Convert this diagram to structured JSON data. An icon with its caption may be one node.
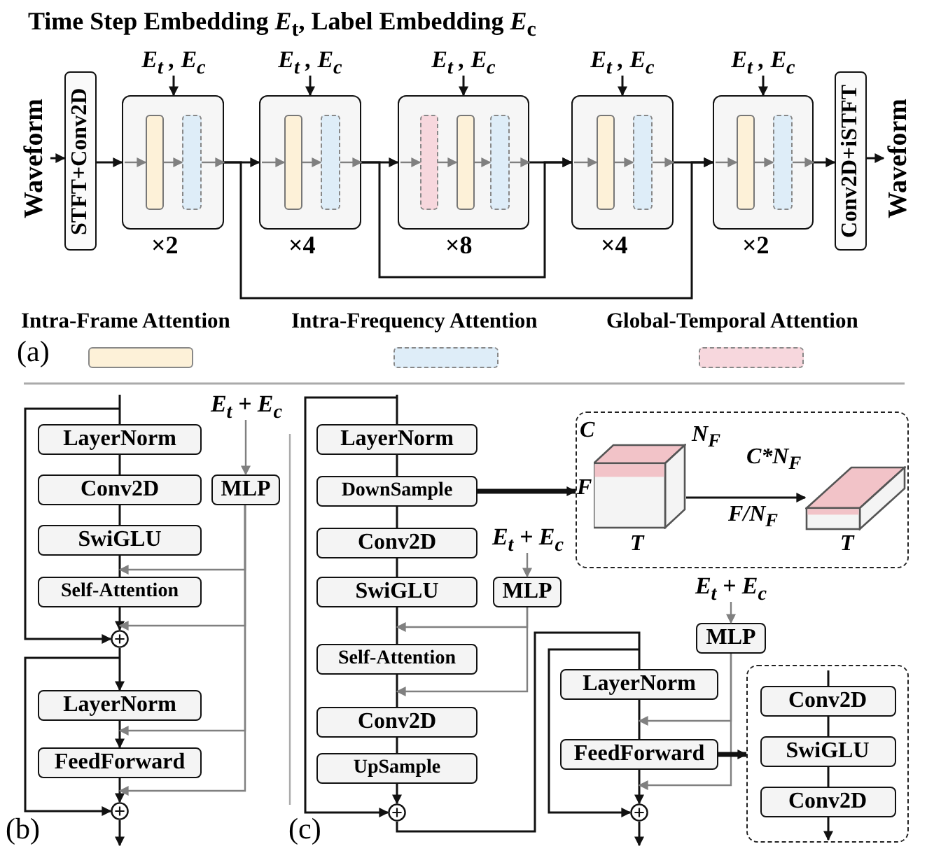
{
  "diagram": {
    "title": "Time Step Embedding *E*$_{t}$, Label Embedding *E*$_{c}$",
    "nodes": [
      {
        "text": [
          "Waveform"
        ]
      },
      {
        "text": [
          "STFT+Conv2D"
        ]
      },
      {
        "text": [
          "E$_{t}$ , E$_{c}$"
        ]
      },
      {
        "text": [],
        "shape": "box",
        "beside": [
          "×2"
        ]
      },
      {
        "text": [],
        "shape": "bar",
        "in": 3
      },
      {
        "text": [],
        "shape": "bar",
        "in": 3
      },
      {
        "text": [
          "E$_{t}$ , E$_{c}$"
        ]
      },
      {
        "text": [],
        "shape": "box",
        "beside": [
          "×4"
        ]
      },
      {
        "text": [],
        "shape": "bar",
        "in": 7
      },
      {
        "text": [],
        "shape": "bar",
        "in": 7
      },
      {
        "text": [
          "E$_{t}$ , E$_{c}$"
        ]
      },
      {
        "text": [],
        "shape": "box",
        "beside": [
          "×8"
        ]
      },
      {
        "text": [],
        "shape": "bar",
        "in": 11
      },
      {
        "text": [],
        "shape": "bar",
        "in": 11
      },
      {
        "text": [],
        "shape": "bar",
        "in": 11
      },
      {
        "text": [
          "E$_{t}$ , E$_{c}$"
        ]
      },
      {
        "text": [],
        "shape": "box",
        "beside": [
          "×4"
        ]
      },
      {
        "text": [],
        "shape": "bar",
        "in": 16
      },
      {
        "text": [],
        "shape": "bar",
        "in": 16
      },
      {
        "text": [
          "E$_{t}$ , E$_{c}$"
        ]
      },
      {
        "text": [],
        "shape": "box",
        "beside": [
          "×2"
        ]
      },
      {
        "text": [],
        "shape": "bar",
        "in": 20
      },
      {
        "text": [],
        "shape": "bar",
        "in": 20
      },
      {
        "text": [
          "Conv2D+iSTFT"
        ]
      },
      {
        "text": [
          "Waveform"
        ]
      },
      {
        "text": [
          "LayerNorm"
        ]
      },
      {
        "text": [
          "Conv2D"
        ]
      },
      {
        "text": [
          "SwiGLU"
        ]
      },
      {
        "text": [
          "Self-Attention"
        ]
      },
      {
        "text": [],
        "shape": "circle"
      },
      {
        "text": [
          "LayerNorm"
        ]
      },
      {
        "text": [
          "FeedForward"
        ]
      },
      {
        "text": [],
        "shape": "circle"
      },
      {
        "text": [
          "E$_{t}$ + E$_{c}$"
        ]
      },
      {
        "text": [
          "MLP"
        ]
      },
      {
        "text": [
          "LayerNorm"
        ]
      },
      {
        "text": [
          "DownSample"
        ]
      },
      {
        "text": [
          "Conv2D"
        ]
      },
      {
        "text": [
          "SwiGLU"
        ]
      },
      {
        "text": [
          "Self-Attention"
        ]
      },
      {
        "text": [
          "Conv2D"
        ]
      },
      {
        "text": [
          "UpSample"
        ]
      },
      {
        "text": [],
        "shape": "circle"
      },
      {
        "text": [
          "E$_{t}$ + E$_{c}$"
        ]
      },
      {
        "text": [
          "MLP"
        ]
      },
      {
        "text": [],
        "shape": "box"
      },
      {
        "text": [],
        "shape": "picture",
        "in": 45,
        "beside": [
          "C",
          "N$_{F}$",
          "F",
          "T"
        ]
      },
      {
        "text": [],
        "shape": "picture",
        "in": 45,
        "beside": [
          "C*N$_{F}$",
          "F/N$_{F}$",
          "T"
        ]
      },
      {
        "text": [
          "LayerNorm"
        ]
      },
      {
        "text": [
          "FeedForward"
        ]
      },
      {
        "text": [],
        "shape": "circle"
      },
      {
        "text": [
          "E$_{t}$ + E$_{c}$"
        ]
      },
      {
        "text": [
          "MLP"
        ]
      },
      {
        "text": [],
        "shape": "box"
      },
      {
        "text": [
          "Conv2D"
        ],
        "in": 53
      },
      {
        "text": [
          "SwiGLU"
        ],
        "in": 53
      },
      {
        "text": [
          "Conv2D"
        ],
        "in": 53
      }
    ],
    "edges": [
      {
        "from": 0,
        "to": 1,
        "arrow": "to"
      },
      {
        "from": 1,
        "to": 3,
        "arrow": "to"
      },
      {
        "from": 3,
        "to": 7,
        "arrow": "to"
      },
      {
        "from": 7,
        "to": 11,
        "arrow": "to"
      },
      {
        "from": 11,
        "to": 16,
        "arrow": "to"
      },
      {
        "from": 16,
        "to": 20,
        "arrow": "to"
      },
      {
        "from": 20,
        "to": 23,
        "arrow": "to"
      },
      {
        "from": 23,
        "to": 24,
        "arrow": "to"
      },
      {
        "from": 3,
        "to": 20,
        "arrow": "to"
      },
      {
        "from": 7,
        "to": 16,
        "arrow": "to"
      },
      {
        "from": 2,
        "to": 3,
        "arrow": "to"
      },
      {
        "from": 6,
        "to": 7,
        "arrow": "to"
      },
      {
        "from": 10,
        "to": 11,
        "arrow": "to"
      },
      {
        "from": 15,
        "to": 16,
        "arrow": "to"
      },
      {
        "from": 19,
        "to": 20,
        "arrow": "to"
      },
      {
        "from": 4,
        "to": 5,
        "arrow": "to",
        "color": "#808080"
      },
      {
        "from": 8,
        "to": 9,
        "arrow": "to",
        "color": "#808080"
      },
      {
        "from": 12,
        "to": 13,
        "arrow": "to",
        "color": "#808080"
      },
      {
        "from": 13,
        "to": 14,
        "arrow": "to",
        "color": "#808080"
      },
      {
        "from": 17,
        "to": 18,
        "arrow": "to",
        "color": "#808080"
      },
      {
        "from": 21,
        "to": 22,
        "arrow": "to",
        "color": "#808080"
      },
      {
        "from": null,
        "to": 4,
        "arrow": "to",
        "color": "#808080"
      },
      {
        "from": null,
        "to": 8,
        "arrow": "to",
        "color": "#808080"
      },
      {
        "from": null,
        "to": 12,
        "arrow": "to",
        "color": "#808080"
      },
      {
        "from": null,
        "to": 17,
        "arrow": "to",
        "color": "#808080"
      },
      {
        "from": null,
        "to": 21,
        "arrow": "to",
        "color": "#808080"
      },
      {
        "from": 5,
        "to": 3,
        "arrow": "to",
        "color": "#808080"
      },
      {
        "from": 9,
        "to": 7,
        "arrow": "to",
        "color": "#808080"
      },
      {
        "from": 14,
        "to": 11,
        "arrow": "to",
        "color": "#808080"
      },
      {
        "from": 18,
        "to": 16,
        "arrow": "to",
        "color": "#808080"
      },
      {
        "from": 22,
        "to": 20,
        "arrow": "to",
        "color": "#808080"
      },
      {
        "from": null,
        "to": 25,
        "arrow": "none"
      },
      {
        "from": 25,
        "to": 26,
        "arrow": "none"
      },
      {
        "from": 26,
        "to": 27,
        "arrow": "none"
      },
      {
        "from": 27,
        "to": 28,
        "arrow": "none"
      },
      {
        "from": 28,
        "to": 29,
        "arrow": "to"
      },
      {
        "from": 29,
        "to": 30,
        "arrow": "to"
      },
      {
        "from": 30,
        "to": 31,
        "arrow": "to"
      },
      {
        "from": 31,
        "to": 32,
        "arrow": "to"
      },
      {
        "from": 32,
        "to": null,
        "arrow": "to"
      },
      {
        "from": 33,
        "to": 34,
        "arrow": "to",
        "color": "#808080"
      },
      {
        "from": 34,
        "to": 27,
        "arrow": "to",
        "color": "#808080"
      },
      {
        "from": 34,
        "to": 29,
        "arrow": "to",
        "color": "#808080"
      },
      {
        "from": 34,
        "to": 30,
        "arrow": "to",
        "color": "#808080"
      },
      {
        "from": 34,
        "to": 32,
        "arrow": "to",
        "color": "#808080"
      },
      {
        "from": 25,
        "to": 29,
        "arrow": "to"
      },
      {
        "from": 29,
        "to": 32,
        "arrow": "to"
      },
      {
        "from": null,
        "to": 35,
        "arrow": "none"
      },
      {
        "from": 35,
        "to": 36,
        "arrow": "none"
      },
      {
        "from": 36,
        "to": 37,
        "arrow": "none"
      },
      {
        "from": 37,
        "to": 38,
        "arrow": "none"
      },
      {
        "from": 38,
        "to": 39,
        "arrow": "none"
      },
      {
        "from": 39,
        "to": 40,
        "arrow": "none"
      },
      {
        "from": 40,
        "to": 41,
        "arrow": "none"
      },
      {
        "from": 41,
        "to": 42,
        "arrow": "to"
      },
      {
        "from": 36,
        "to": 45,
        "arrow": "to",
        "style": "thick"
      },
      {
        "from": 46,
        "to": 47,
        "arrow": "to"
      },
      {
        "from": 43,
        "to": 44,
        "arrow": "to",
        "color": "#808080"
      },
      {
        "from": 44,
        "to": 38,
        "arrow": "to",
        "color": "#808080"
      },
      {
        "from": 44,
        "to": 39,
        "arrow": "to",
        "color": "#808080"
      },
      {
        "from": null,
        "to": 42,
        "arrow": "to"
      },
      {
        "from": 42,
        "to": 48,
        "arrow": "none"
      },
      {
        "from": 48,
        "to": 49,
        "arrow": "none"
      },
      {
        "from": 49,
        "to": 50,
        "arrow": "to"
      },
      {
        "from": 50,
        "to": null,
        "arrow": "to"
      },
      {
        "from": null,
        "to": 50,
        "arrow": "to"
      },
      {
        "from": 51,
        "to": 52,
        "arrow": "to",
        "color": "#808080"
      },
      {
        "from": 52,
        "to": 48,
        "arrow": "to",
        "color": "#808080"
      },
      {
        "from": 52,
        "to": 50,
        "arrow": "to",
        "color": "#808080"
      },
      {
        "from": 49,
        "to": 53,
        "arrow": "to",
        "style": "thick"
      },
      {
        "from": null,
        "to": 54,
        "arrow": "none"
      },
      {
        "from": 54,
        "to": 55,
        "arrow": "none"
      },
      {
        "from": 55,
        "to": 56,
        "arrow": "none"
      },
      {
        "from": 56,
        "to": null,
        "arrow": "to"
      }
    ],
    "labels": [
      "(a)",
      "(b)",
      "(c)"
    ],
    "legend": [
      {
        "text": "Intra-Frame Attention",
        "color": "#fdf1d8"
      },
      {
        "text": "Intra-Frequency Attention",
        "color": "#deedf8"
      },
      {
        "text": "Global-Temporal Attention",
        "color": "#f7d7dd"
      }
    ]
  }
}
